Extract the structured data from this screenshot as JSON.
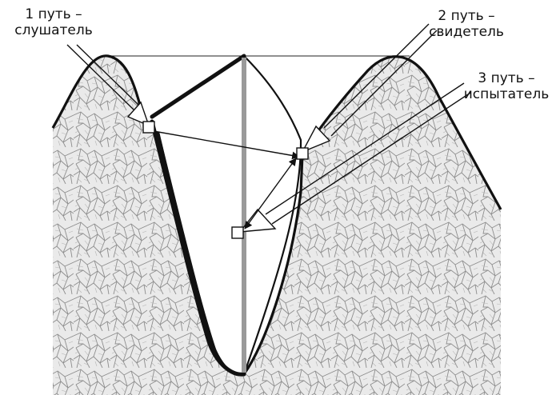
{
  "labels": {
    "path1": {
      "line1": "1 путь –",
      "line2": "слушатель"
    },
    "path2": {
      "line1": "2 путь –",
      "line2": "свидетель"
    },
    "path3": {
      "line1": "3 путь –",
      "line2": "испытатель"
    }
  },
  "colors": {
    "terrain_fill": "#e6e6e6",
    "terrain_texture": "#9a9a9a",
    "outline": "#111111",
    "center_axis": "#9a9a9a",
    "background": "#ffffff"
  }
}
